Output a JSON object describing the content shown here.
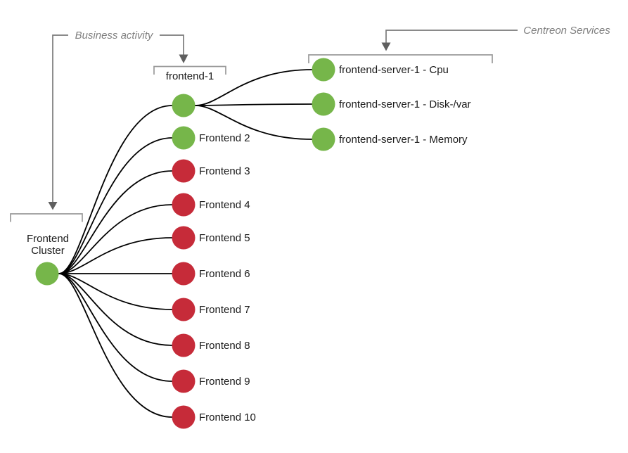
{
  "diagram": {
    "type": "dependency-tree",
    "background": "#ffffff",
    "colors": {
      "ok": "#76b64a",
      "critical": "#c62b39",
      "edge": "#000000",
      "bracket": "#9a9a9a",
      "connector": "#7a7a7a",
      "arrow_head": "#5f5f5f",
      "annotation_text": "#7f7f7f",
      "node_label_text": "#1a1a1a"
    },
    "annotations": {
      "business_activity": "Business activity",
      "centreon_services": "Centreon Services"
    },
    "root": {
      "label_line1": "Frontend",
      "label_line2": "Cluster",
      "status": "ok",
      "color": "#76b64a"
    },
    "children": [
      {
        "label": "frontend-1",
        "status": "ok",
        "color": "#76b64a"
      },
      {
        "label": "Frontend 2",
        "status": "ok",
        "color": "#76b64a"
      },
      {
        "label": "Frontend 3",
        "status": "critical",
        "color": "#c62b39"
      },
      {
        "label": "Frontend 4",
        "status": "critical",
        "color": "#c62b39"
      },
      {
        "label": "Frontend 5",
        "status": "critical",
        "color": "#c62b39"
      },
      {
        "label": "Frontend 6",
        "status": "critical",
        "color": "#c62b39"
      },
      {
        "label": "Frontend 7",
        "status": "critical",
        "color": "#c62b39"
      },
      {
        "label": "Frontend 8",
        "status": "critical",
        "color": "#c62b39"
      },
      {
        "label": "Frontend 9",
        "status": "critical",
        "color": "#c62b39"
      },
      {
        "label": "Frontend 10",
        "status": "critical",
        "color": "#c62b39"
      }
    ],
    "services": [
      {
        "label": "frontend-server-1 - Cpu",
        "status": "ok",
        "color": "#76b64a"
      },
      {
        "label": "frontend-server-1 - Disk-/var",
        "status": "ok",
        "color": "#76b64a"
      },
      {
        "label": "frontend-server-1 - Memory",
        "status": "ok",
        "color": "#76b64a"
      }
    ]
  }
}
